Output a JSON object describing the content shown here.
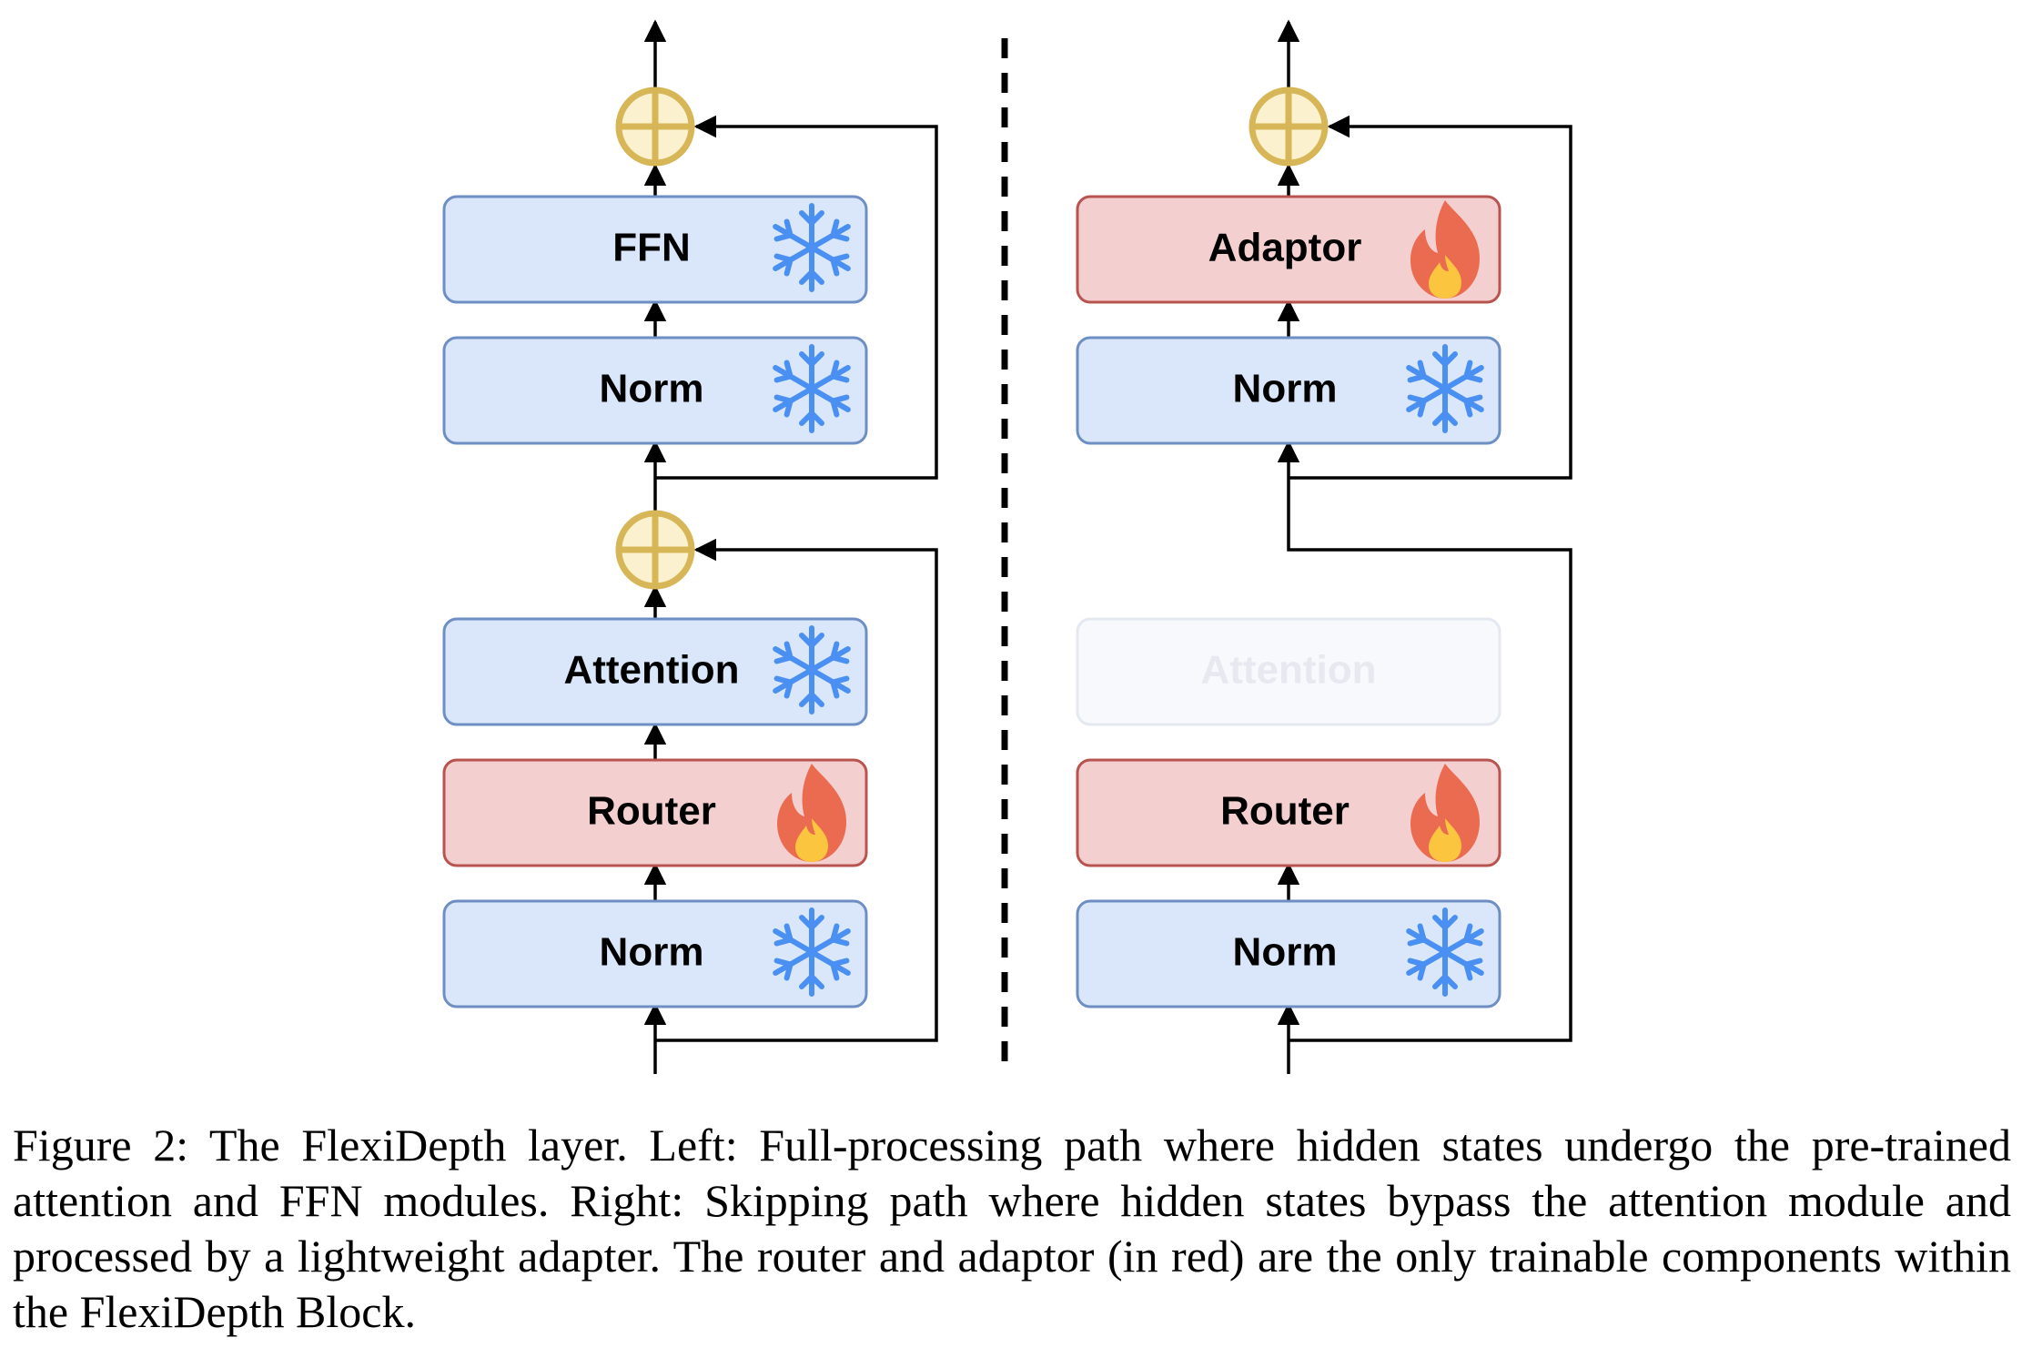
{
  "colors": {
    "frozen_fill": "#dae7fb",
    "frozen_stroke": "#6e8fc4",
    "trainable_fill": "#f3cfd0",
    "trainable_stroke": "#b85450",
    "skipped_fill": "#f7f9fc",
    "skipped_stroke": "#e4e9f1",
    "adder_fill": "#fcf1cf",
    "adder_stroke": "#d6b656",
    "snowflake": "#4a8ff2",
    "flame_outer": "#ea6b4f",
    "flame_inner": "#fcc53f",
    "line": "#000000"
  },
  "left_path": {
    "ffn": "FFN",
    "norm_top": "Norm",
    "attention": "Attention",
    "router": "Router",
    "norm_bottom": "Norm"
  },
  "right_path": {
    "adaptor": "Adaptor",
    "norm_top": "Norm",
    "attention_skipped": "Attention",
    "router": "Router",
    "norm_bottom": "Norm"
  },
  "icons": {
    "frozen": "snowflake-icon",
    "trainable": "flame-icon",
    "residual_add": "circle-plus-icon"
  },
  "caption": "Figure 2: The FlexiDepth layer. Left: Full-processing path where hidden states undergo the pre-trained attention and FFN modules. Right: Skipping path where hidden states bypass the attention module and processed by a lightweight adapter. The router and adaptor (in red) are the only trainable components within the FlexiDepth Block."
}
